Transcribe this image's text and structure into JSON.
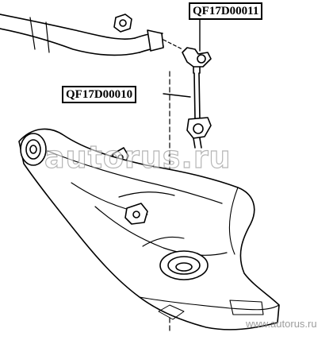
{
  "parts": {
    "stabilizer_link_top": "QF17D00011",
    "stabilizer_link_lower": "QF17D00010"
  },
  "watermark": {
    "main": "autorus.ru",
    "corner": "www.autorus.ru"
  }
}
